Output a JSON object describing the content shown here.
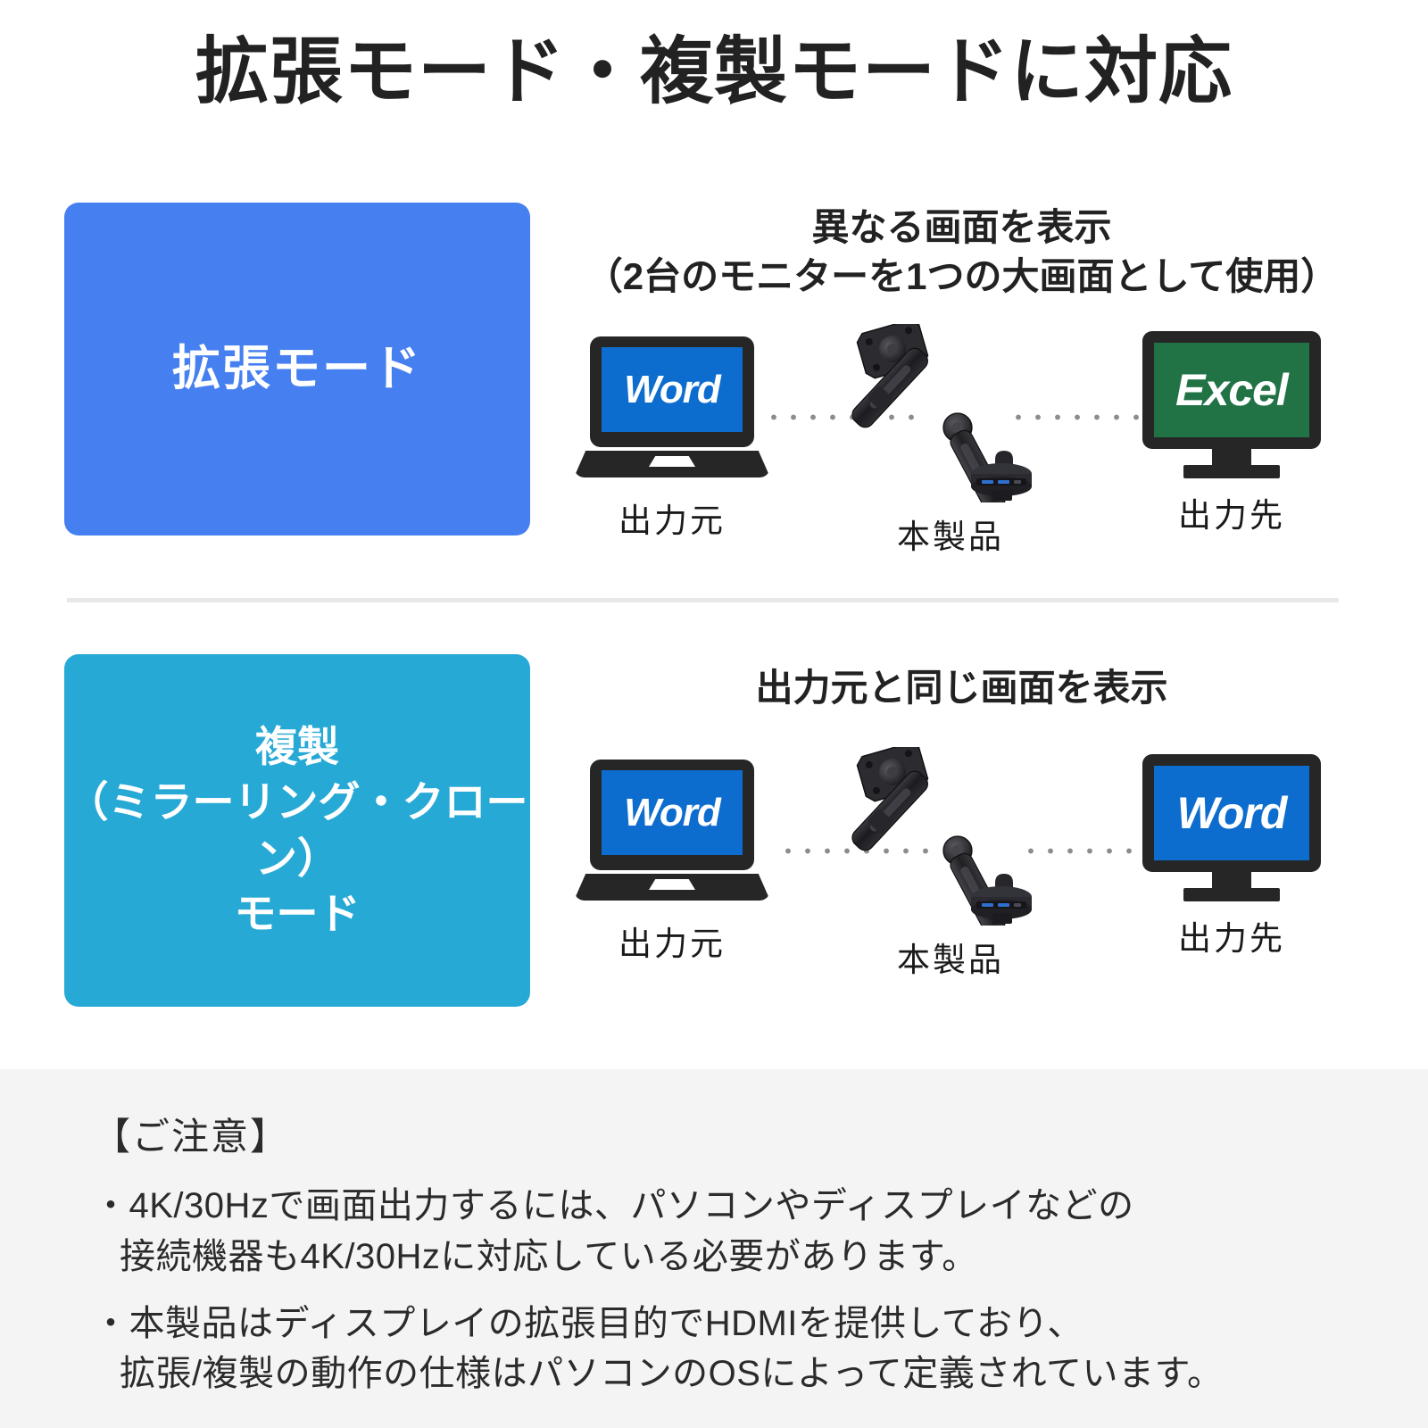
{
  "page": {
    "title": "拡張モード・複製モードに対応",
    "background_color": "#FFFFFF"
  },
  "colors": {
    "extend_badge": "#4680F0",
    "mirror_badge": "#27A9D6",
    "word_blue": "#0D6DCE",
    "excel_green": "#217346",
    "device_dark": "#262626",
    "divider": "#E8E8E8",
    "notes_background": "#F4F4F4",
    "dot_gray": "#8C8C8C"
  },
  "modes": [
    {
      "badge_lines": [
        "拡張モード"
      ],
      "heading_lines": [
        "異なる画面を表示",
        "（2台のモニターを1つの大画面として使用）"
      ],
      "devices": {
        "source": {
          "label": "出力元",
          "app": "Word",
          "screen_color": "#0D6DCE"
        },
        "product": {
          "label": "本製品"
        },
        "destination": {
          "label": "出力先",
          "app": "Excel",
          "screen_color": "#217346"
        }
      }
    },
    {
      "badge_lines": [
        "複製",
        "（ミラーリング・クローン）",
        "モード"
      ],
      "heading_lines": [
        "出力元と同じ画面を表示"
      ],
      "devices": {
        "source": {
          "label": "出力元",
          "app": "Word",
          "screen_color": "#0D6DCE"
        },
        "product": {
          "label": "本製品"
        },
        "destination": {
          "label": "出力先",
          "app": "Word",
          "screen_color": "#0D6DCE"
        }
      }
    }
  ],
  "notes": {
    "title": "【ご注意】",
    "items": [
      {
        "line1": "・4K/30Hzで画面出力するには、パソコンやディスプレイなどの",
        "line2": "接続機器も4K/30Hzに対応している必要があります。"
      },
      {
        "line1": "・本製品はディスプレイの拡張目的でHDMIを提供しており、",
        "line2": "拡張/複製の動作の仕様はパソコンのOSによって定義されています。"
      }
    ]
  }
}
